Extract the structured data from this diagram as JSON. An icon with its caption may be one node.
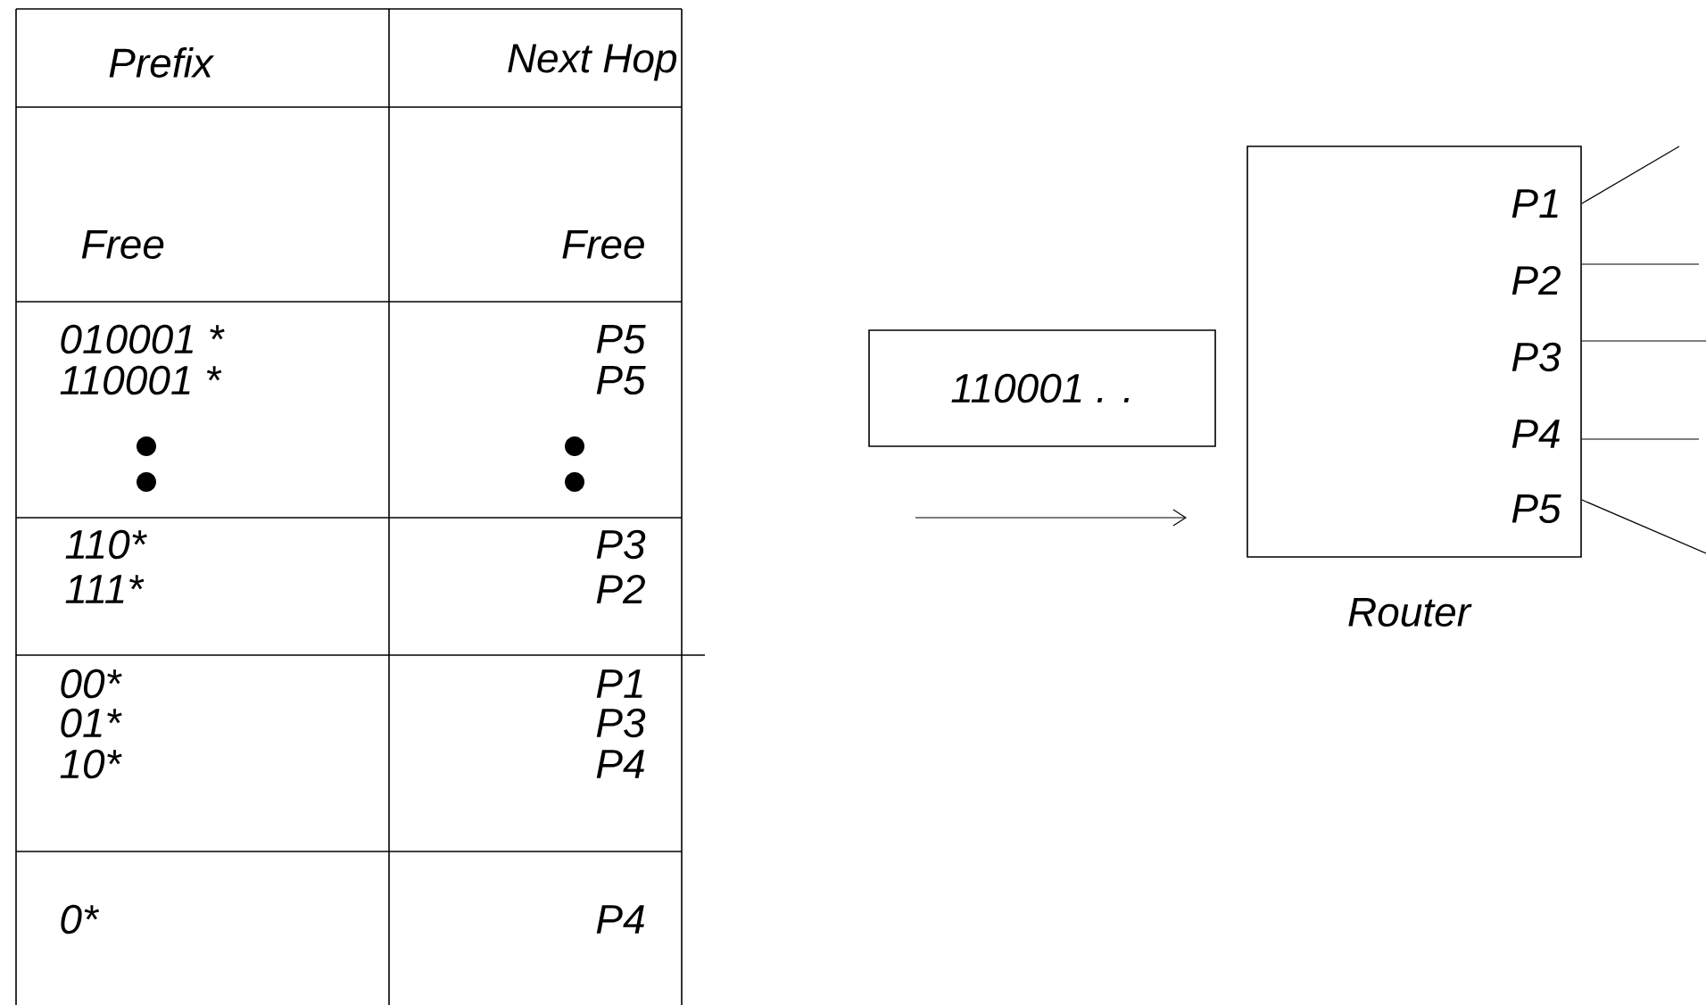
{
  "diagram": {
    "nodes": [
      {
        "text": [
          "110001 . ."
        ]
      },
      {
        "text": [
          "P1",
          "P2",
          "P3",
          "P4",
          "P5"
        ],
        "beside": [
          "Router"
        ]
      }
    ],
    "edges": [
      {
        "from": 1,
        "to": null,
        "arrow": "none"
      },
      {
        "from": 1,
        "to": null,
        "arrow": "none"
      },
      {
        "from": 1,
        "to": null,
        "arrow": "none"
      },
      {
        "from": 1,
        "to": null,
        "arrow": "none"
      },
      {
        "from": 1,
        "to": null,
        "arrow": "none"
      }
    ],
    "labels": [
      "Prefix",
      "Next Hop",
      "Free",
      "Free",
      "010001 *",
      "P5",
      "110001 *",
      "P5",
      "110*",
      "P3",
      "111*",
      "P2",
      "00*",
      "P1",
      "01*",
      "P3",
      "10*",
      "P4",
      "0*",
      "P4"
    ]
  }
}
